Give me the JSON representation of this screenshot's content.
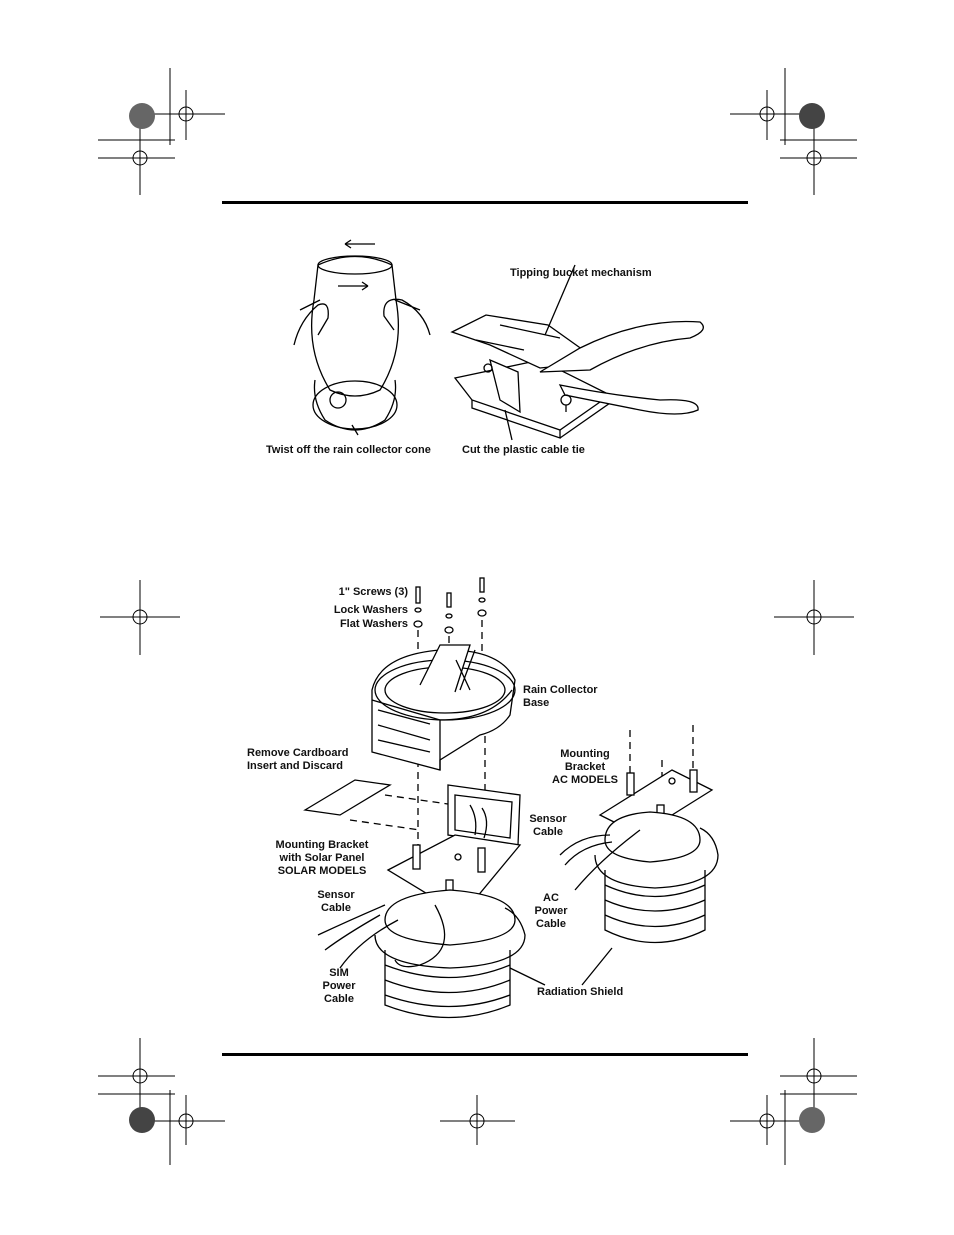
{
  "figure1": {
    "twist_label": "Twist off the rain collector cone",
    "tipping_label": "Tipping bucket mechanism",
    "cut_label": "Cut the plastic cable tie"
  },
  "figure2": {
    "screws_label": "1\" Screws (3)",
    "lock_washers_label": "Lock Washers",
    "flat_washers_label": "Flat Washers",
    "rain_base_label": [
      "Rain Collector",
      "Base"
    ],
    "cardboard_label": [
      "Remove Cardboard",
      "Insert and Discard"
    ],
    "ac_bracket_label": [
      "Mounting",
      "Bracket",
      "AC MODELS"
    ],
    "sensor_cable_right_label": [
      "Sensor",
      "Cable"
    ],
    "solar_bracket_label": [
      "Mounting Bracket",
      "with Solar Panel",
      "SOLAR MODELS"
    ],
    "ac_power_label": [
      "AC",
      "Power",
      "Cable"
    ],
    "sensor_cable_left_label": [
      "Sensor",
      "Cable"
    ],
    "sim_power_label": [
      "SIM",
      "Power",
      "Cable"
    ],
    "radiation_label": "Radiation Shield"
  }
}
